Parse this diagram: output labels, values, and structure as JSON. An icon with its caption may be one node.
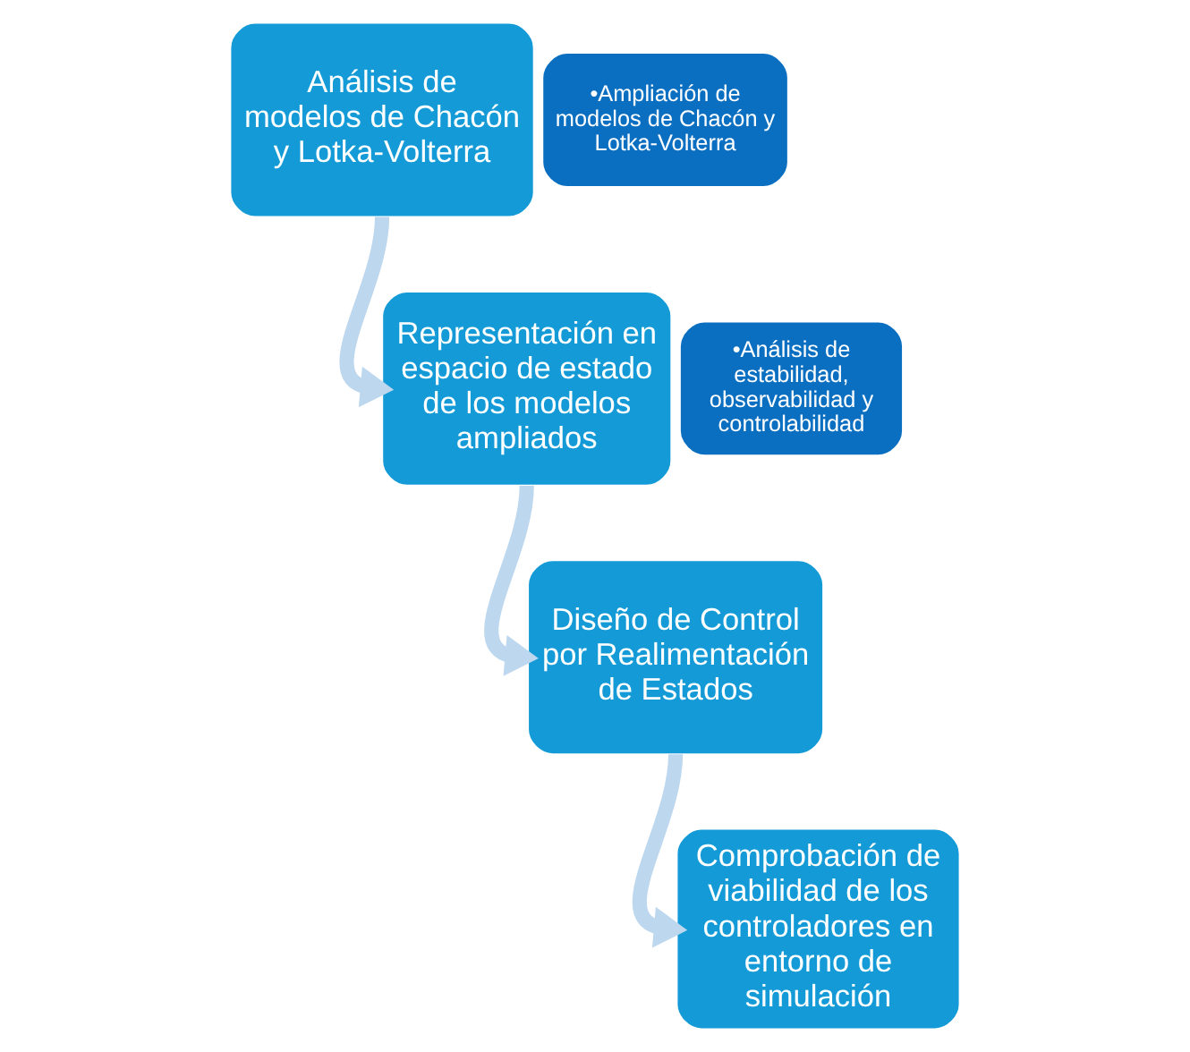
{
  "diagram": {
    "nodes": [
      {
        "text": [
          "Análisis de modelos de Chacón y Lotka-Volterra"
        ]
      },
      {
        "text": [
          "•Ampliación de modelos de Chacón y Lotka-Volterra"
        ]
      },
      {
        "text": [
          "Representación en espacio de estado de los modelos ampliados"
        ]
      },
      {
        "text": [
          "•Análisis de estabilidad, observabilidad y controlabilidad"
        ]
      },
      {
        "text": [
          "Diseño de Control por Realimentación de Estados"
        ]
      },
      {
        "text": [
          "Comprobación de viabilidad de los controladores en entorno de simulación"
        ]
      }
    ],
    "edges": [
      {
        "from": 0,
        "to": 2,
        "arrow": "to"
      },
      {
        "from": 2,
        "to": 4,
        "arrow": "to"
      },
      {
        "from": 4,
        "to": 5,
        "arrow": "to"
      }
    ]
  }
}
